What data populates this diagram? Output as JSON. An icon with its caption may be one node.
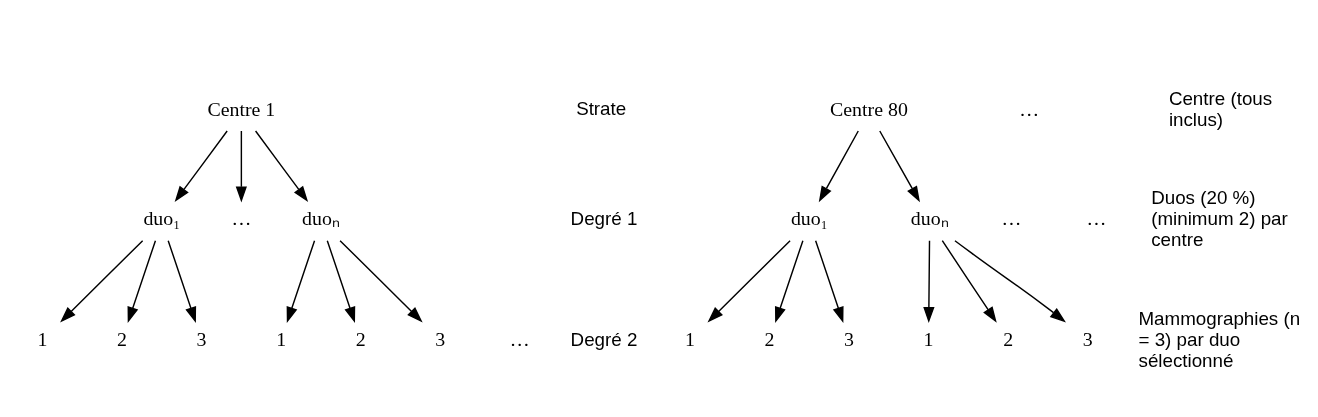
{
  "diagram": {
    "nodes": [
      {
        "text": [
          "Centre 1"
        ]
      },
      {
        "text": [
          "Centre 80"
        ]
      },
      {
        "text": [
          "duo₁"
        ]
      },
      {
        "text": [
          "…"
        ]
      },
      {
        "text": [
          "duoₙ"
        ]
      },
      {
        "text": [
          "duo₁"
        ]
      },
      {
        "text": [
          "duoₙ"
        ]
      },
      {
        "text": [
          "1"
        ]
      },
      {
        "text": [
          "2"
        ]
      },
      {
        "text": [
          "3"
        ]
      },
      {
        "text": [
          "1"
        ]
      },
      {
        "text": [
          "2"
        ]
      },
      {
        "text": [
          "3"
        ]
      },
      {
        "text": [
          "1"
        ]
      },
      {
        "text": [
          "2"
        ]
      },
      {
        "text": [
          "3"
        ]
      },
      {
        "text": [
          "1"
        ]
      },
      {
        "text": [
          "2"
        ]
      },
      {
        "text": [
          "3"
        ]
      }
    ],
    "edges": [
      {
        "from": 0,
        "to": 2,
        "arrow": "to"
      },
      {
        "from": 0,
        "to": 3,
        "arrow": "to"
      },
      {
        "from": 0,
        "to": 4,
        "arrow": "to"
      },
      {
        "from": 1,
        "to": 5,
        "arrow": "to"
      },
      {
        "from": 1,
        "to": 6,
        "arrow": "to"
      },
      {
        "from": 2,
        "to": 7,
        "arrow": "to"
      },
      {
        "from": 2,
        "to": 8,
        "arrow": "to"
      },
      {
        "from": 2,
        "to": 9,
        "arrow": "to"
      },
      {
        "from": 4,
        "to": 10,
        "arrow": "to"
      },
      {
        "from": 4,
        "to": 11,
        "arrow": "to"
      },
      {
        "from": 4,
        "to": 12,
        "arrow": "to"
      },
      {
        "from": 5,
        "to": 13,
        "arrow": "to"
      },
      {
        "from": 5,
        "to": 14,
        "arrow": "to"
      },
      {
        "from": 5,
        "to": 15,
        "arrow": "to"
      },
      {
        "from": 6,
        "to": 16,
        "arrow": "to"
      },
      {
        "from": 6,
        "to": 17,
        "arrow": "to"
      },
      {
        "from": 6,
        "to": 18,
        "arrow": "to"
      }
    ],
    "labels": [
      "Centre (tous inclus)",
      "…",
      "Strate",
      "Duos (20 %) (minimum 2) par centre",
      "…",
      "…",
      "Degré 1",
      "Mammographies (n = 3) par duo sélectionné",
      "…",
      "Degré 2"
    ]
  }
}
